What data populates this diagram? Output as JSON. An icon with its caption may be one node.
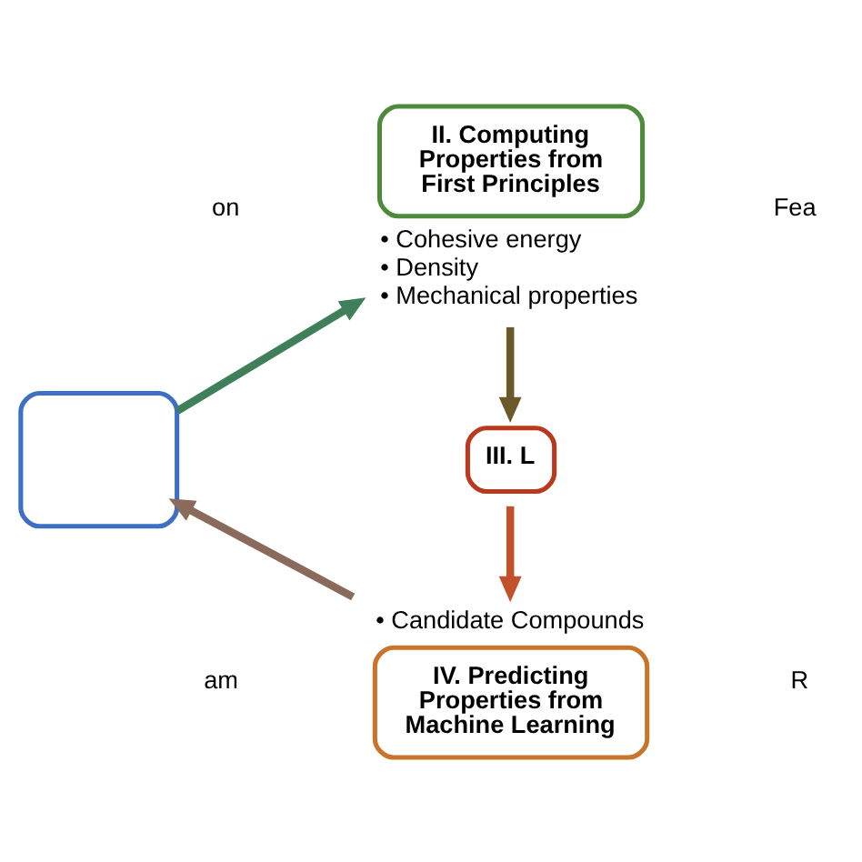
{
  "diagram": {
    "nodes": [
      {
        "text": [],
        "shape": "box"
      },
      {
        "text": [
          "II. Computing Properties from First Principles"
        ],
        "beside": [
          "• Cohesive energy",
          "• Density",
          "• Mechanical properties"
        ]
      },
      {
        "text": [
          "III. L"
        ]
      },
      {
        "text": [
          "IV. Predicting Properties from Machine Learning"
        ],
        "beside": [
          "• Candidate Compounds"
        ]
      }
    ],
    "edges": [
      {
        "from": 0,
        "to": 1,
        "arrow": "to",
        "color": "#3f7f5a"
      },
      {
        "from": 1,
        "to": 2,
        "arrow": "to",
        "color": "#6a5a2a"
      },
      {
        "from": 2,
        "to": 3,
        "arrow": "to",
        "color": "#c2502a"
      },
      {
        "from": 3,
        "to": 0,
        "arrow": "to",
        "color": "#8a6a5a"
      }
    ],
    "labels": [
      "on",
      "Fea",
      "am",
      "R"
    ]
  }
}
